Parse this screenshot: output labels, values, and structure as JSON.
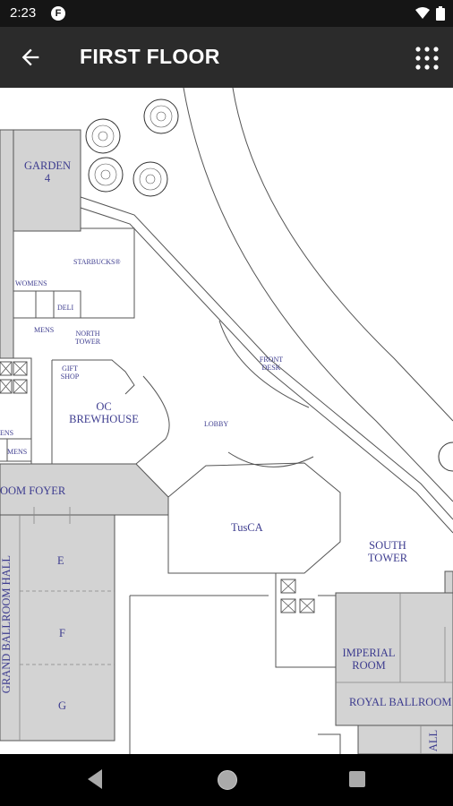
{
  "status_bar": {
    "time": "2:23",
    "app_badge": "F",
    "wifi_icon": "wifi-icon",
    "battery_icon": "battery-icon"
  },
  "app_bar": {
    "title": "FIRST FLOOR",
    "back_icon": "arrow-back-icon",
    "menu_icon": "grid-menu-icon"
  },
  "map": {
    "labels": {
      "garden4": "GARDEN\n4",
      "starbucks": "STARBUCKS®",
      "womens_top": "WOMENS",
      "deli": "DELI",
      "mens_top": "MENS",
      "north_tower": "NORTH\nTOWER",
      "gift_shop": "GIFT\nSHOP",
      "front_desk": "FRONT\nDESK",
      "oc_brewhouse": "OC\nBREWHOUSE",
      "lobby": "LOBBY",
      "womens_bottom": "ENS",
      "mens_bottom": "MENS",
      "ballroom_foyer": "OOM FOYER",
      "tusca": "TusCA",
      "south_tower": "SOUTH\nTOWER",
      "grand_ballroom_hall": "GRAND BALLROOM HALL",
      "room_e": "E",
      "room_f": "F",
      "room_g": "G",
      "imperial_room": "IMPERIAL\nROOM",
      "royal_ballroom": "ROYAL BALLROOM",
      "hall_fragment": "ALL"
    }
  },
  "nav_bar": {
    "back_icon": "nav-back-icon",
    "home_icon": "nav-home-icon",
    "recents_icon": "nav-recents-icon"
  }
}
